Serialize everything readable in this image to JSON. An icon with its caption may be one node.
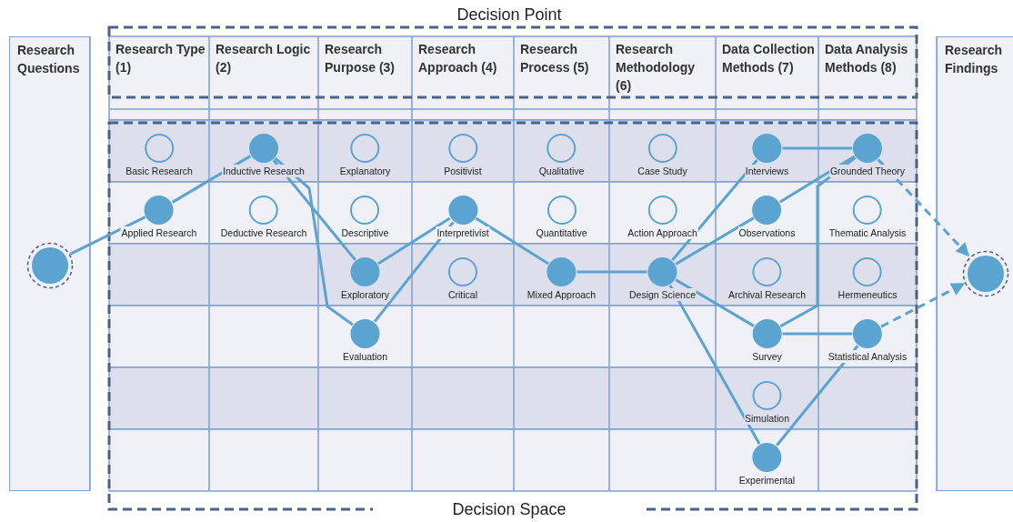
{
  "diagram": {
    "nodes": [
      {
        "text": [
          "Research Questions"
        ]
      },
      {
        "text": [],
        "shape": "circle",
        "in": 0
      },
      {
        "text": [
          "Basic Research"
        ]
      },
      {
        "text": [
          "Applied Research"
        ]
      },
      {
        "text": [
          "Inductive Research"
        ]
      },
      {
        "text": [
          "Deductive Research"
        ]
      },
      {
        "text": [
          "Explanatory"
        ]
      },
      {
        "text": [
          "Descriptive"
        ]
      },
      {
        "text": [
          "Exploratory"
        ]
      },
      {
        "text": [
          "Evaluation"
        ]
      },
      {
        "text": [
          "Positivist"
        ]
      },
      {
        "text": [
          "Interpretivist"
        ]
      },
      {
        "text": [
          "Critical"
        ]
      },
      {
        "text": [
          "Qualitative"
        ]
      },
      {
        "text": [
          "Quantitative"
        ]
      },
      {
        "text": [
          "Mixed Approach"
        ]
      },
      {
        "text": [
          "Case Study"
        ]
      },
      {
        "text": [
          "Action Approach"
        ]
      },
      {
        "text": [
          "Design Science"
        ]
      },
      {
        "text": [
          "Interviews"
        ]
      },
      {
        "text": [
          "Observations"
        ]
      },
      {
        "text": [
          "Archival Research"
        ]
      },
      {
        "text": [
          "Survey"
        ]
      },
      {
        "text": [
          "Simulation"
        ]
      },
      {
        "text": [
          "Experimental"
        ]
      },
      {
        "text": [
          "Grounded Theory"
        ]
      },
      {
        "text": [
          "Thematic Analysis"
        ]
      },
      {
        "text": [
          "Hermeneutics"
        ]
      },
      {
        "text": [
          "Statistical Analysis"
        ]
      },
      {
        "text": [
          "Research Findings"
        ]
      },
      {
        "text": [],
        "shape": "circle",
        "in": 29
      }
    ],
    "edges": [
      {
        "from": 1,
        "to": 3,
        "arrow": "none"
      },
      {
        "from": 3,
        "to": 4,
        "arrow": "none"
      },
      {
        "from": 4,
        "to": 8,
        "arrow": "none"
      },
      {
        "from": 4,
        "to": 9,
        "arrow": "none"
      },
      {
        "from": 8,
        "to": 11,
        "arrow": "none"
      },
      {
        "from": 9,
        "to": 11,
        "arrow": "none"
      },
      {
        "from": 11,
        "to": 15,
        "arrow": "none"
      },
      {
        "from": 15,
        "to": 18,
        "arrow": "none"
      },
      {
        "from": 18,
        "to": 19,
        "arrow": "none"
      },
      {
        "from": 18,
        "to": 20,
        "arrow": "none"
      },
      {
        "from": 18,
        "to": 22,
        "arrow": "none"
      },
      {
        "from": 18,
        "to": 24,
        "arrow": "none"
      },
      {
        "from": 19,
        "to": 25,
        "arrow": "none"
      },
      {
        "from": 20,
        "to": 25,
        "arrow": "none"
      },
      {
        "from": 22,
        "to": 25,
        "arrow": "none"
      },
      {
        "from": 22,
        "to": 28,
        "arrow": "none"
      },
      {
        "from": 24,
        "to": 28,
        "arrow": "none"
      },
      {
        "from": 25,
        "to": 30,
        "arrow": "to",
        "style": "dashed"
      },
      {
        "from": 28,
        "to": 30,
        "arrow": "to",
        "style": "dashed"
      }
    ],
    "labels": [
      "Decision Point",
      "Research Type (1)",
      "Research Logic (2)",
      "Research Purpose (3)",
      "Research Approach (4)",
      "Research Process (5)",
      "Research Methodology (6)",
      "Data Collection Methods (7)",
      "Data Analysis Methods (8)",
      "Decision Space"
    ]
  }
}
